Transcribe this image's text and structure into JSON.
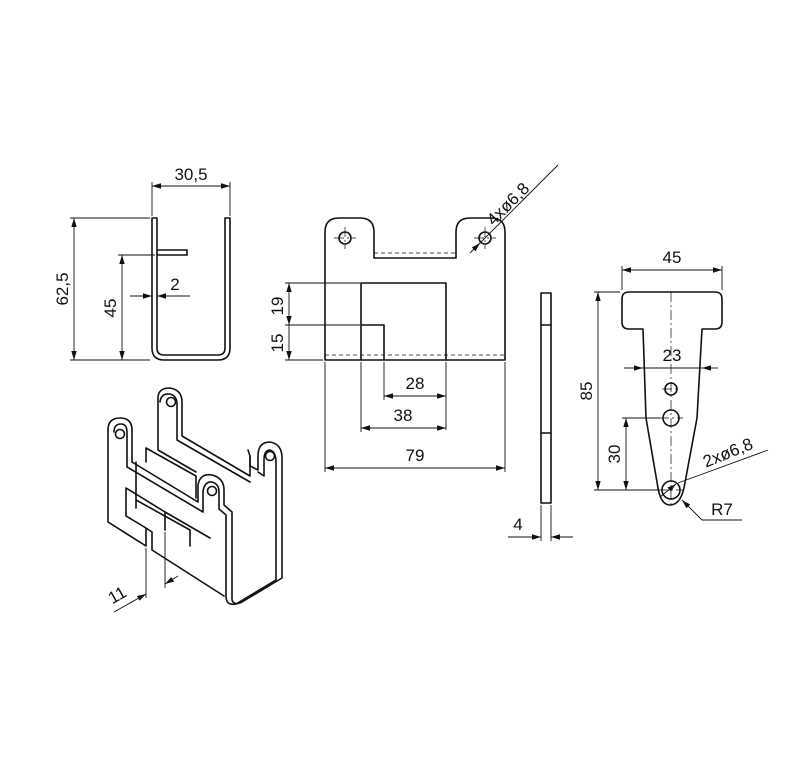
{
  "dimensions": {
    "side_width": "30,5",
    "side_height_total": "62,5",
    "side_height_partial": "45",
    "side_gap": "2",
    "front_holes": "4xø6,8",
    "front_height_19": "19",
    "front_height_15": "15",
    "front_width_28": "28",
    "front_width_38": "38",
    "front_width_79": "79",
    "thickness": "4",
    "arm_width": "45",
    "arm_width_23": "23",
    "arm_height_85": "85",
    "arm_height_30": "30",
    "arm_holes": "2xø6,8",
    "arm_radius": "R7",
    "iso_dim": "11"
  }
}
